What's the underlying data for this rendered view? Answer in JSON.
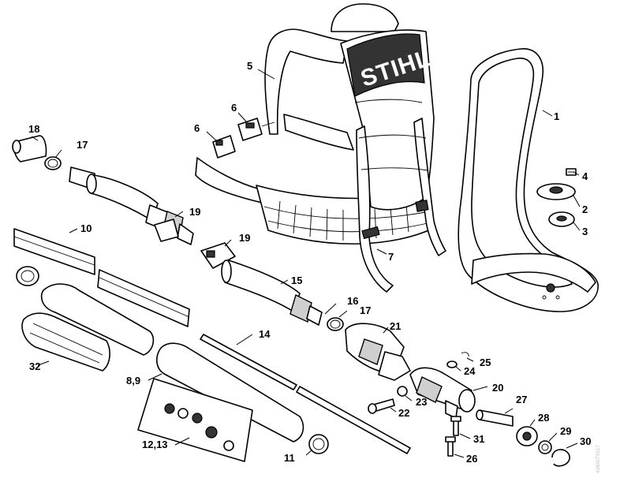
{
  "logo": "STIHL",
  "watermark": "4180GTX017",
  "labels": {
    "p1": "1",
    "p2": "2",
    "p3": "3",
    "p4": "4",
    "p5": "5",
    "p6a": "6",
    "p6b": "6",
    "p7": "7",
    "p89": "8,9",
    "p10": "10",
    "p11": "11",
    "p1213": "12,13",
    "p14": "14",
    "p15": "15",
    "p16": "16",
    "p17a": "17",
    "p17b": "17",
    "p18": "18",
    "p19a": "19",
    "p19b": "19",
    "p20": "20",
    "p21": "21",
    "p22": "22",
    "p23": "23",
    "p24": "24",
    "p25": "25",
    "p26": "26",
    "p27": "27",
    "p28": "28",
    "p29": "29",
    "p30": "30",
    "p31": "31",
    "p32": "32"
  }
}
